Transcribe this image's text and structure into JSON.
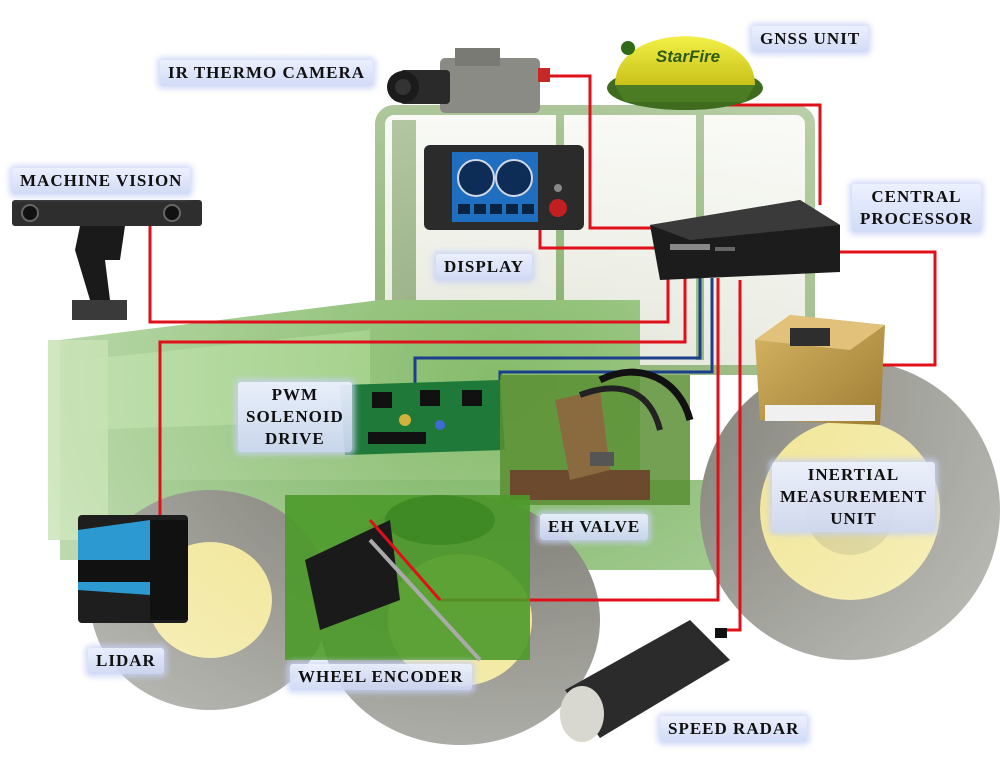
{
  "labels": {
    "gnss": "GNSS UNIT",
    "ir_camera": "IR THERMO CAMERA",
    "machine_vision": "MACHINE VISION",
    "central_processor": [
      "CENTRAL",
      "PROCESSOR"
    ],
    "display": "DISPLAY",
    "pwm": [
      "PWM",
      "SOLENOID",
      "DRIVE"
    ],
    "imu": [
      "INERTIAL",
      "MEASUREMENT",
      "UNIT"
    ],
    "eh_valve": "EH VALVE",
    "lidar": "LIDAR",
    "wheel_encoder": "WHEEL ENCODER",
    "speed_radar": "SPEED RADAR",
    "gnss_brand": "StarFire"
  },
  "colors": {
    "tractor_green": "#4c9a2a",
    "tractor_yellow": "#e8d44a",
    "power_line": "#e0101a",
    "signal_line": "#1c3f8a",
    "label_bg": "#d7def5"
  }
}
